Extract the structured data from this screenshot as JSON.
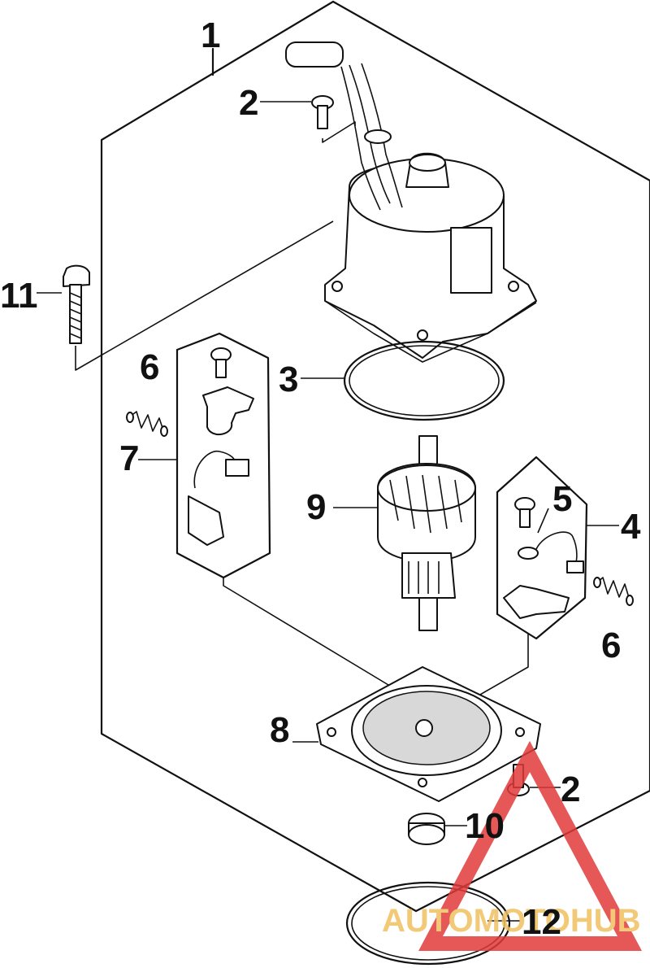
{
  "callouts": {
    "c1": "1",
    "c2a": "2",
    "c2b": "2",
    "c3": "3",
    "c4": "4",
    "c5": "5",
    "c6a": "6",
    "c6b": "6",
    "c7": "7",
    "c8": "8",
    "c9": "9",
    "c10": "10",
    "c11": "11",
    "c12": "12"
  },
  "watermark": {
    "text": "AUTOMOTOHUB",
    "color_text": "#f0c060",
    "color_triangle": "#e23a3a"
  }
}
